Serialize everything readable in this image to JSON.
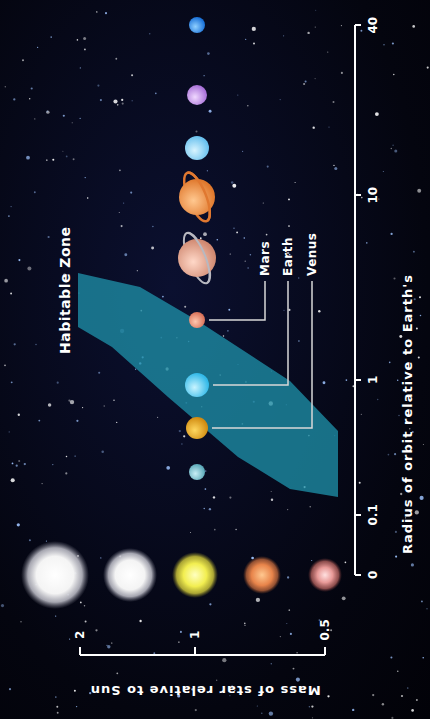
{
  "diagram": {
    "labels": [
      "Habitable Zone",
      "Mars",
      "Earth",
      "Venus",
      "Mass of star relative to Sun",
      "2",
      "1",
      "0.5",
      "0",
      "0.1",
      "1",
      "10",
      "40",
      "Radius of orbit relative to Earth's"
    ]
  }
}
